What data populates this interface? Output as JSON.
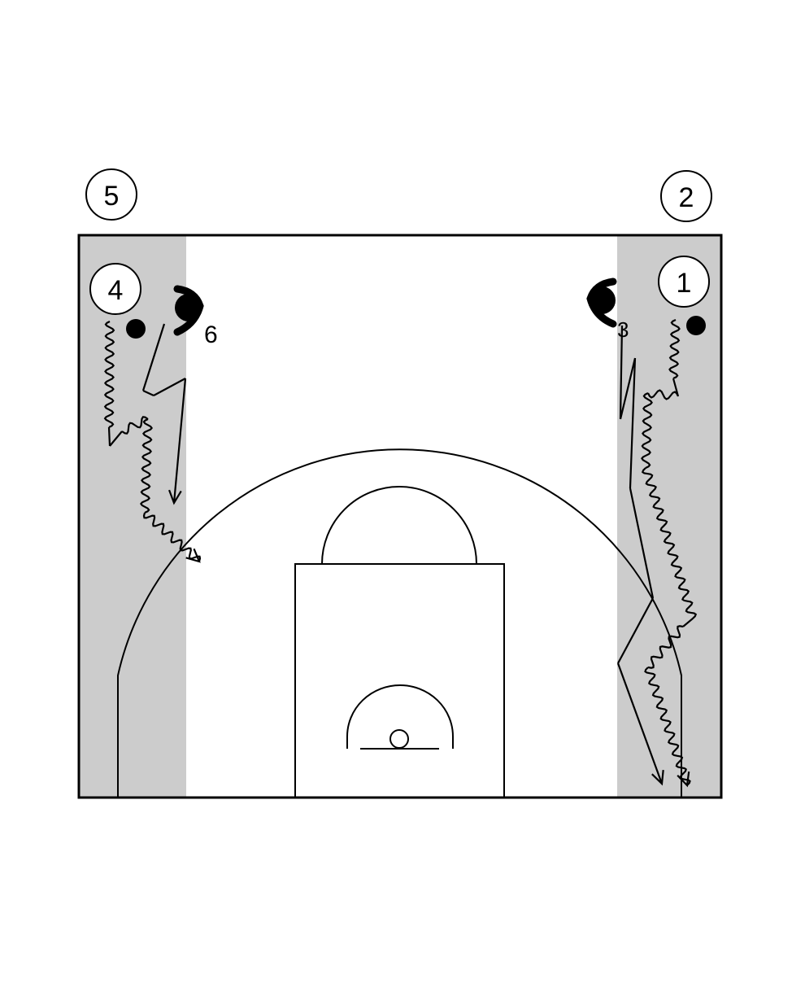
{
  "diagram": {
    "type": "basketball-half-court-play",
    "colors": {
      "lane_shade": "#cccccc",
      "line": "#000000",
      "background": "#ffffff"
    },
    "offense_players": [
      {
        "id": "5",
        "label": "5"
      },
      {
        "id": "2",
        "label": "2"
      },
      {
        "id": "4",
        "label": "4"
      },
      {
        "id": "1",
        "label": "1"
      }
    ],
    "defense_players": [
      {
        "id": "6",
        "label": "6"
      },
      {
        "id": "3",
        "label": "3"
      }
    ],
    "balls": [
      "ball-player-4",
      "ball-player-1"
    ],
    "movements": [
      {
        "player": "6",
        "kind": "cut"
      },
      {
        "player": "4",
        "kind": "dribble"
      },
      {
        "player": "3",
        "kind": "cut"
      },
      {
        "player": "1",
        "kind": "dribble"
      }
    ]
  }
}
